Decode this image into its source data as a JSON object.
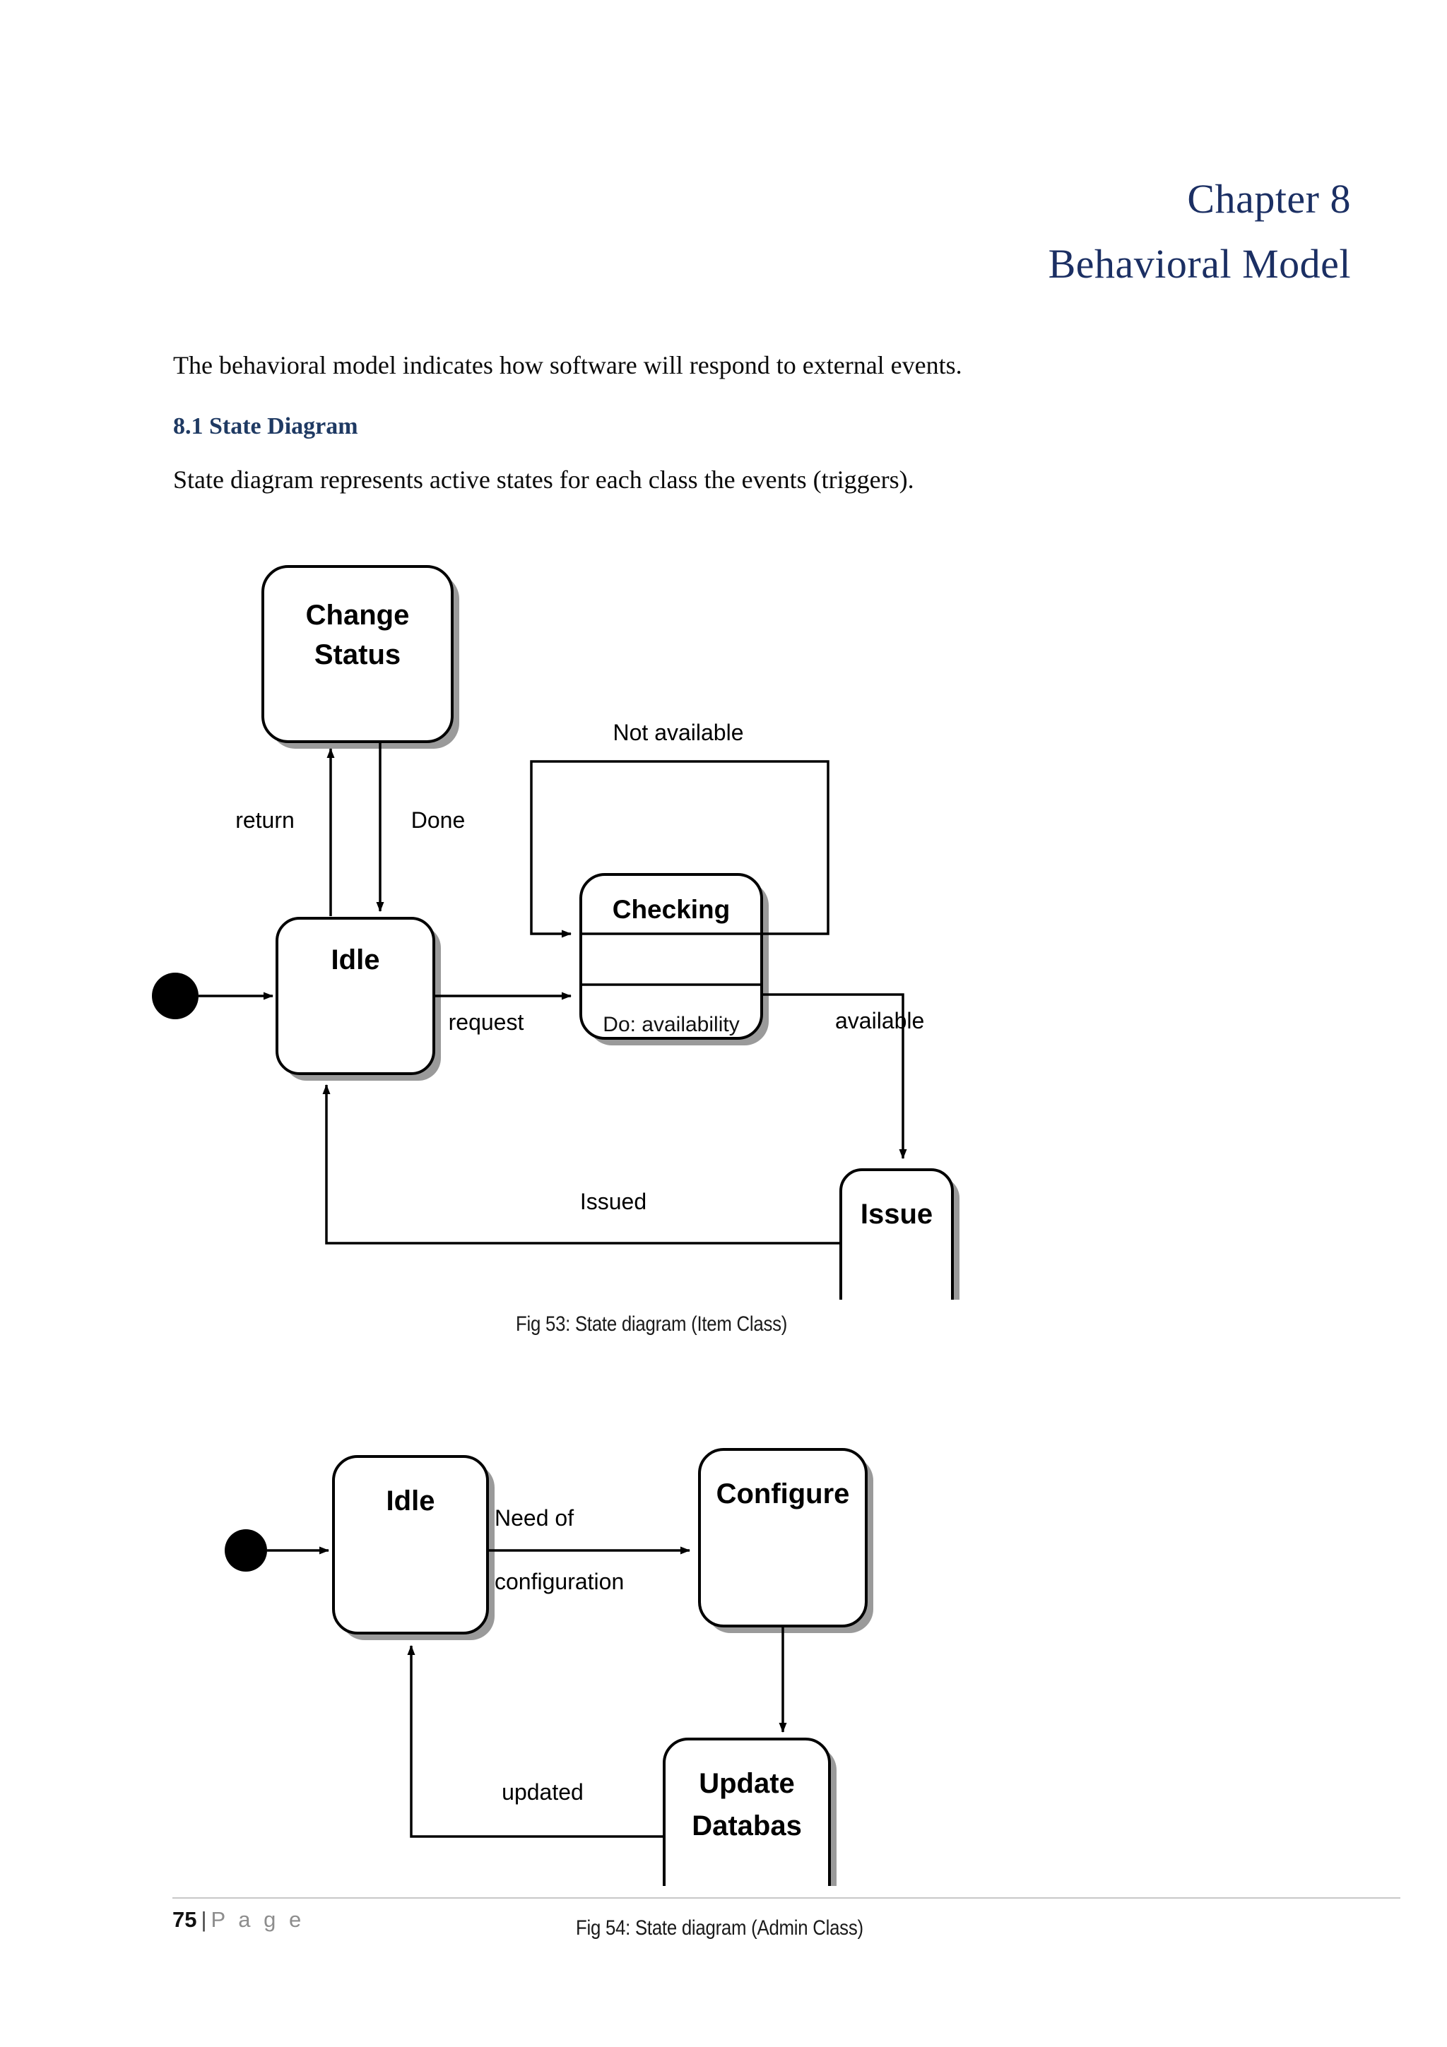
{
  "heading": {
    "chapter": "Chapter 8",
    "title": "Behavioral Model"
  },
  "intro_paragraph": "The behavioral model indicates how software will respond to external events.",
  "section": {
    "number_title": "8.1 State Diagram",
    "paragraph": "State diagram represents active states for each class the events (triggers)."
  },
  "figures": [
    {
      "caption": "Fig 53: State diagram (Item Class)",
      "states": {
        "change_status_line1": "Change",
        "change_status_line2": "Status",
        "idle": "Idle",
        "checking": "Checking",
        "checking_do": "Do: availability",
        "issue": "Issue"
      },
      "transitions": {
        "return": "return",
        "done": "Done",
        "request": "request",
        "not_available": "Not available",
        "available": "available",
        "issued": "Issued"
      }
    },
    {
      "caption": "Fig 54: State diagram (Admin Class)",
      "states": {
        "idle": "Idle",
        "configure": "Configure",
        "update_line1": "Update",
        "update_line2": "Databas"
      },
      "transitions": {
        "need_line1": "Need of",
        "need_line2": "configuration",
        "updated": "updated"
      }
    }
  ],
  "footer": {
    "page_number": "75",
    "separator": "|",
    "page_word": "P a g e"
  },
  "colors": {
    "heading_navy": "#1b2f63",
    "section_navy": "#1f3a63",
    "body_text": "#0a0a0a",
    "diagram_stroke": "#000000",
    "diagram_shadow": "#9a9a9a",
    "footer_grey": "#8d8d8d"
  }
}
